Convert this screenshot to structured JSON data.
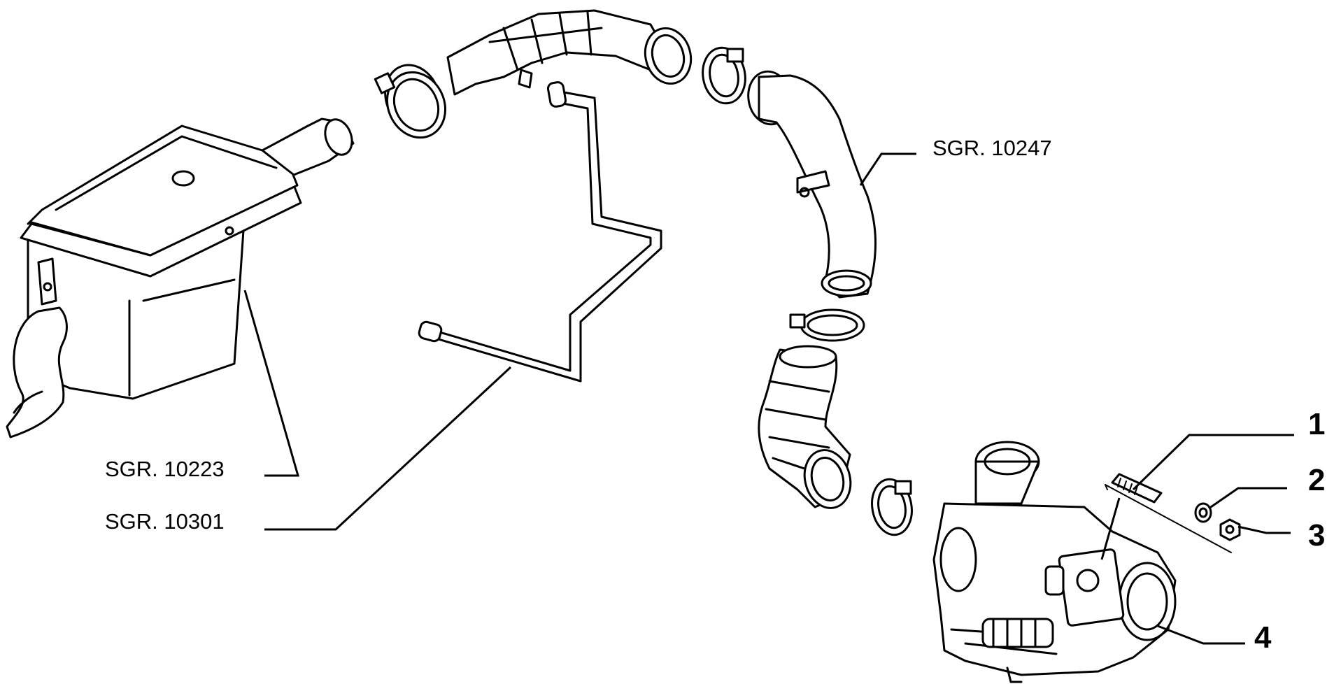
{
  "diagram": {
    "references": {
      "air_filter": "SGR. 10223",
      "breather_pipe": "SGR. 10301",
      "intercooler_pipe": "SGR. 10247"
    },
    "callouts": [
      {
        "id": "1",
        "label": "1"
      },
      {
        "id": "2",
        "label": "2"
      },
      {
        "id": "3",
        "label": "3"
      },
      {
        "id": "4",
        "label": "4"
      }
    ]
  }
}
